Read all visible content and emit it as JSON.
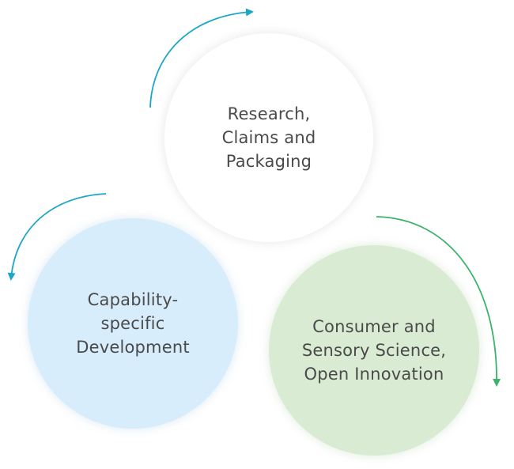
{
  "diagram": {
    "nodes": [
      {
        "id": "research",
        "label": "Research,\nClaims and\nPackaging",
        "fill": "#ffffff"
      },
      {
        "id": "capability",
        "label": "Capability-\nspecific\nDevelopment",
        "fill": "#d8edfb"
      },
      {
        "id": "consumer",
        "label": "Consumer and\nSensory Science,\nOpen Innovation",
        "fill": "#d9ecd3"
      }
    ],
    "arrows": [
      {
        "from": "capability",
        "to": "research",
        "color": "#1aa6c8"
      },
      {
        "from": "research",
        "to": "capability",
        "color": "#1aa6c8"
      },
      {
        "from": "research",
        "to": "consumer",
        "color": "#3ab36b"
      }
    ]
  }
}
